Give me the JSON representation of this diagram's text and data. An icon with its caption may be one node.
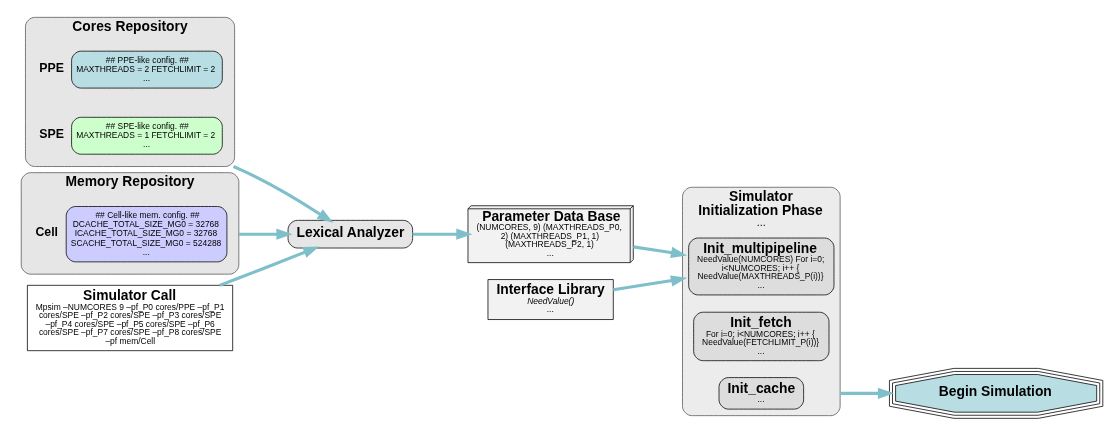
{
  "diagram": {
    "nodes": [
      {
        "text": [
          "Cores Repository"
        ]
      },
      {
        "text": [
          "## PPE-like config. ##",
          "MAXTHREADS = 2 FETCHLIMIT = 2",
          "..."
        ],
        "in": 0,
        "beside": [
          "PPE"
        ]
      },
      {
        "text": [
          "## SPE-like config. ##",
          "MAXTHREADS = 1 FETCHLIMIT = 2",
          "..."
        ],
        "in": 0,
        "beside": [
          "SPE"
        ]
      },
      {
        "text": [
          "Memory Repository"
        ]
      },
      {
        "text": [
          "## Cell-like mem. config. ##",
          "DCACHE_TOTAL_SIZE_MG0 = 32768 ICACHE_TOTAL_SIZE_MG0 = 32768 SCACHE_TOTAL_SIZE_MG0 = 524288",
          "..."
        ],
        "in": 3,
        "beside": [
          "Cell"
        ]
      },
      {
        "text": [
          "Simulator Call",
          "Mpsim –NUMCORES 9 –pf_P0 cores/PPE –pf_P1 cores/SPE –pf_P2 cores/SPE –pf_P3 cores/SPE –pf_P4 cores/SPE –pf_P5 cores/SPE –pf_P6 cores/SPE –pf_P7 cores/SPE –pf_P8 cores/SPE –pf mem/Cell"
        ]
      },
      {
        "text": [
          "Lexical Analyzer"
        ]
      },
      {
        "text": [
          "Parameter Data Base",
          "(NUMCORES, 9) (MAXTHREADS_P0, 2) (MAXTHREADS_P1, 1) (MAXTHREADS_P2, 1)",
          "..."
        ]
      },
      {
        "text": [
          "Interface Library",
          "NeedValue()",
          "..."
        ]
      },
      {
        "text": [
          "Simulator Initialization Phase",
          "..."
        ]
      },
      {
        "text": [
          "Init_multipipeline",
          "NeedValue(NUMCORES) For i=0; i<NUMCORES; i++ { NeedValue(MAXTHREADS_P(i))}",
          "..."
        ],
        "in": 9
      },
      {
        "text": [
          "Init_fetch",
          "For i=0; i<NUMCORES; i++ { NeedValue(FETCHLIMIT_P(i))}",
          "..."
        ],
        "in": 9
      },
      {
        "text": [
          "Init_cache",
          "..."
        ],
        "in": 9
      },
      {
        "text": [
          "Begin Simulation"
        ]
      }
    ],
    "edges": [
      {
        "from": 0,
        "to": 6,
        "arrow": "to"
      },
      {
        "from": 3,
        "to": 6,
        "arrow": "to"
      },
      {
        "from": 5,
        "to": 6,
        "arrow": "to"
      },
      {
        "from": 6,
        "to": 7,
        "arrow": "to"
      },
      {
        "from": 7,
        "to": 9,
        "arrow": "to"
      },
      {
        "from": 8,
        "to": 9,
        "arrow": "to"
      },
      {
        "from": 9,
        "to": 13,
        "arrow": "to"
      }
    ]
  }
}
